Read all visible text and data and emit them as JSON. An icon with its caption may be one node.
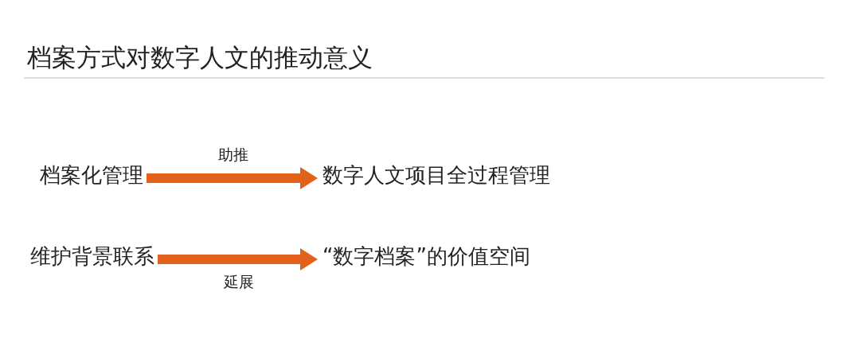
{
  "diagram": {
    "title": "档案方式对数字人文的推动意义",
    "nodes": [
      {
        "text": [
          "档案化管理"
        ]
      },
      {
        "text": [
          "数字人文项目全过程管理"
        ]
      },
      {
        "text": [
          "维护背景联系"
        ]
      },
      {
        "text": [
          "“数字档案”的价值空间"
        ]
      }
    ],
    "edges": [
      {
        "from": 0,
        "to": 1,
        "arrow": "to",
        "label": "助推"
      },
      {
        "from": 2,
        "to": 3,
        "arrow": "to",
        "label": "延展"
      }
    ]
  }
}
